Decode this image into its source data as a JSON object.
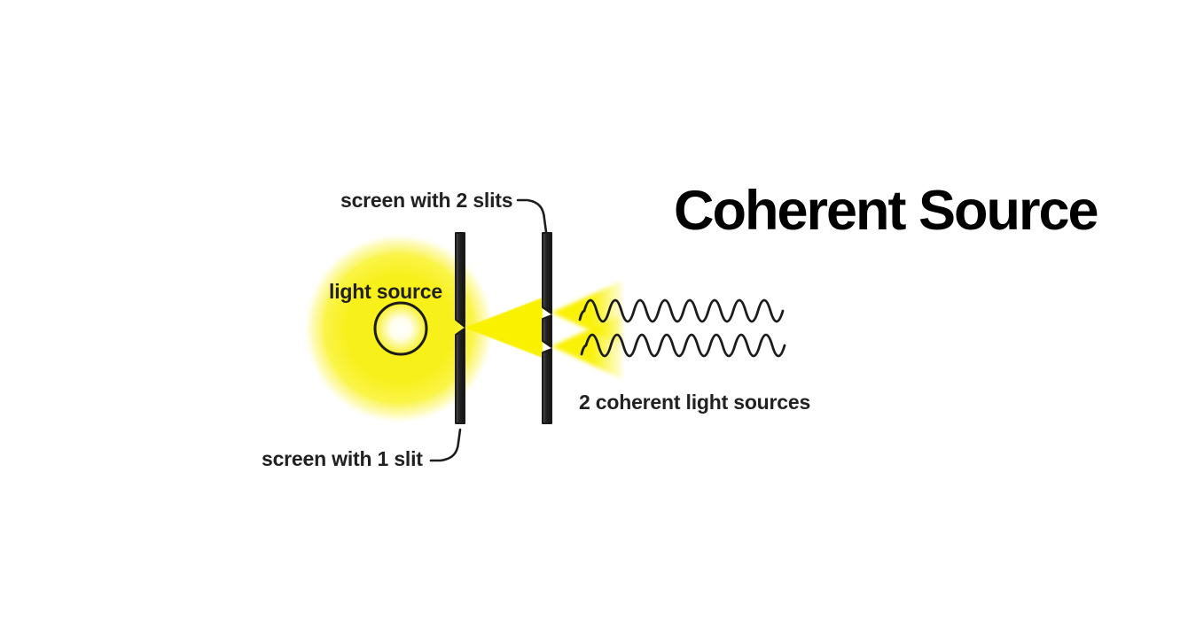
{
  "title": "Coherent Source",
  "labels": {
    "two_slits": "screen with 2 slits",
    "light_source": "light source",
    "one_slit": "screen with 1 slit",
    "coherent_sources": "2 coherent light sources"
  },
  "colors": {
    "background": "#FFFFFF",
    "beam_yellow": "#F9F103",
    "glow_yellow": "#F9F11C",
    "screen_dark": "#1D1D1D",
    "wave_stroke": "#1B1B1B",
    "text_dark": "#212121",
    "title_black": "#000000"
  },
  "figure": {
    "type": "optics-diagram",
    "description": "A light source glows yellow behind a screen with 1 slit; the diverging beam passes through the slit to a screen with 2 slits, producing two diverging cones and two coherent wavy light waves."
  }
}
